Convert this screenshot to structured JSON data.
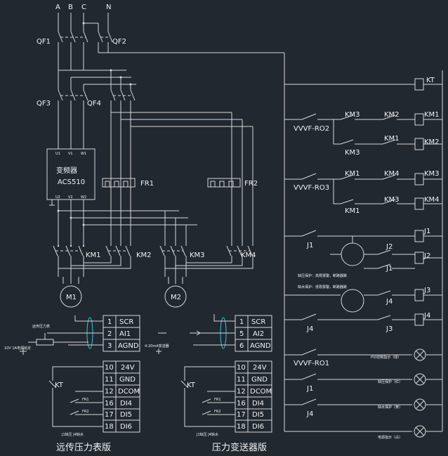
{
  "colors": {
    "background": "#212830",
    "wire": "#d9d9d9",
    "accent": "#38c5d8",
    "text": "#f2f2f2"
  },
  "phases": [
    "A",
    "B",
    "C",
    "N"
  ],
  "breakers": {
    "qf1": "QF1",
    "qf2": "QF2",
    "qf3": "QF3",
    "qf4": "QF4"
  },
  "drive": {
    "name": "变频器",
    "model": "ACS510",
    "inputs": [
      "U1",
      "V1",
      "W1"
    ],
    "outputs": [
      "U2",
      "V2",
      "W2"
    ]
  },
  "relays": {
    "fr1": "FR1",
    "fr2": "FR2"
  },
  "contactors": {
    "km1": "KM1",
    "km2": "KM2",
    "km3": "KM3",
    "km4": "KM4"
  },
  "motors": {
    "m1": "M1",
    "m2": "M2"
  },
  "control": {
    "kt": "KT",
    "vvvf_ro2": "VVVF-RO2",
    "vvvf_ro3": "VVVF-RO3",
    "vvvf_ro1": "VVVF-RO1",
    "rungs": {
      "r2a": "KM3",
      "r2b": "KM2",
      "r2c": "KM1",
      "r3a": "KM3",
      "r3b": "KM1",
      "r3c": "KM2",
      "r4a": "KM1",
      "r4b": "KM4",
      "r4c": "KM3",
      "r5a": "KM1",
      "r5b": "KM3",
      "r5c": "KM4"
    },
    "j1": "J1",
    "j2": "J2",
    "j3": "J3",
    "j4": "J4",
    "note1": "缺压保护：高限报警，断路器跳",
    "note2": "缺水保护：低限报警，断路器跳",
    "lamps": [
      "PID控制指示（绿）",
      "缺压保护（红）",
      "缺水保护（黄）",
      "电源指示（白）"
    ]
  },
  "left_panel": {
    "sensor_label": "远传压力表",
    "supply_label": "10V 1A电源给定",
    "terminals_top": [
      {
        "num": "1",
        "name": "SCR"
      },
      {
        "num": "2",
        "name": "AI1"
      },
      {
        "num": "3",
        "name": "AGND"
      }
    ],
    "terminals_bottom": [
      {
        "num": "10",
        "name": "24V"
      },
      {
        "num": "11",
        "name": "GND"
      },
      {
        "num": "12",
        "name": "DCOM"
      },
      {
        "num": "16",
        "name": "DI4"
      },
      {
        "num": "17",
        "name": "DI5"
      },
      {
        "num": "18",
        "name": "DI6"
      }
    ],
    "kt": "KT",
    "fr1": "FR1",
    "fr2": "FR2",
    "note": "J1缺压  J4缺水",
    "caption": "远传压力表版"
  },
  "right_panel": {
    "sensor_label": "4-20mA变送器",
    "terminals_top": [
      {
        "num": "1",
        "name": "SCR"
      },
      {
        "num": "5",
        "name": "AI2"
      },
      {
        "num": "6",
        "name": "AGND"
      }
    ],
    "terminals_bottom": [
      {
        "num": "10",
        "name": "24V"
      },
      {
        "num": "11",
        "name": "GND"
      },
      {
        "num": "12",
        "name": "DCOM"
      },
      {
        "num": "16",
        "name": "DI4"
      },
      {
        "num": "17",
        "name": "DI5"
      },
      {
        "num": "18",
        "name": "DI6"
      }
    ],
    "kt": "KT",
    "fr1": "FR1",
    "fr2": "FR2",
    "note": "J1缺压  J4缺水",
    "caption": "压力变送器版"
  }
}
